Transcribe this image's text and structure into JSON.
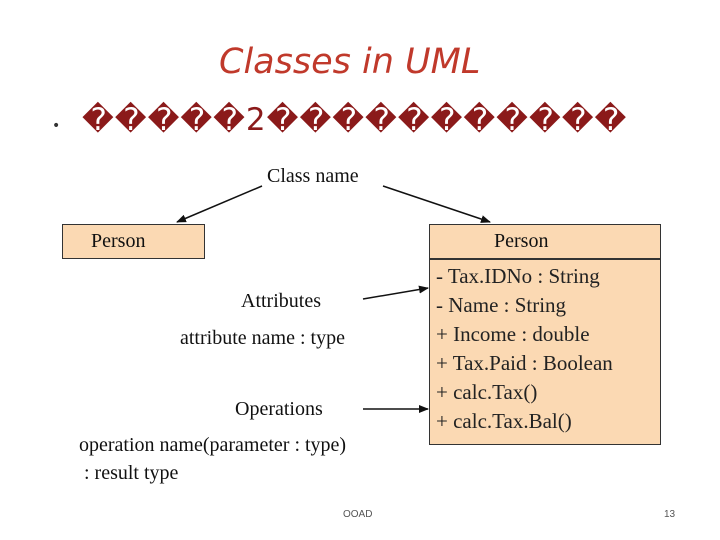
{
  "slide": {
    "title": "Classes in UML",
    "bullet_mark": "•",
    "bullet_text": "�����2�����������",
    "footer_left": "OOAD",
    "page_number": "13"
  },
  "diagram": {
    "class_name_label": "Class name",
    "left_box_name": "Person",
    "attributes_heading": "Attributes",
    "attributes_syntax": "attribute name : type",
    "operations_heading": "Operations",
    "operations_syntax_line1": "operation name(parameter : type)",
    "operations_syntax_line2": ": result type",
    "class_box": {
      "name": "Person",
      "members": [
        "- Tax.IDNo : String",
        "- Name : String",
        "+ Income : double",
        "+ Tax.Paid : Boolean",
        "+ calc.Tax()",
        "+ calc.Tax.Bal()"
      ],
      "fill_color": "#fbd9b3"
    }
  },
  "colors": {
    "title": "#c0392b",
    "bullet_text": "#8b1a1a"
  }
}
